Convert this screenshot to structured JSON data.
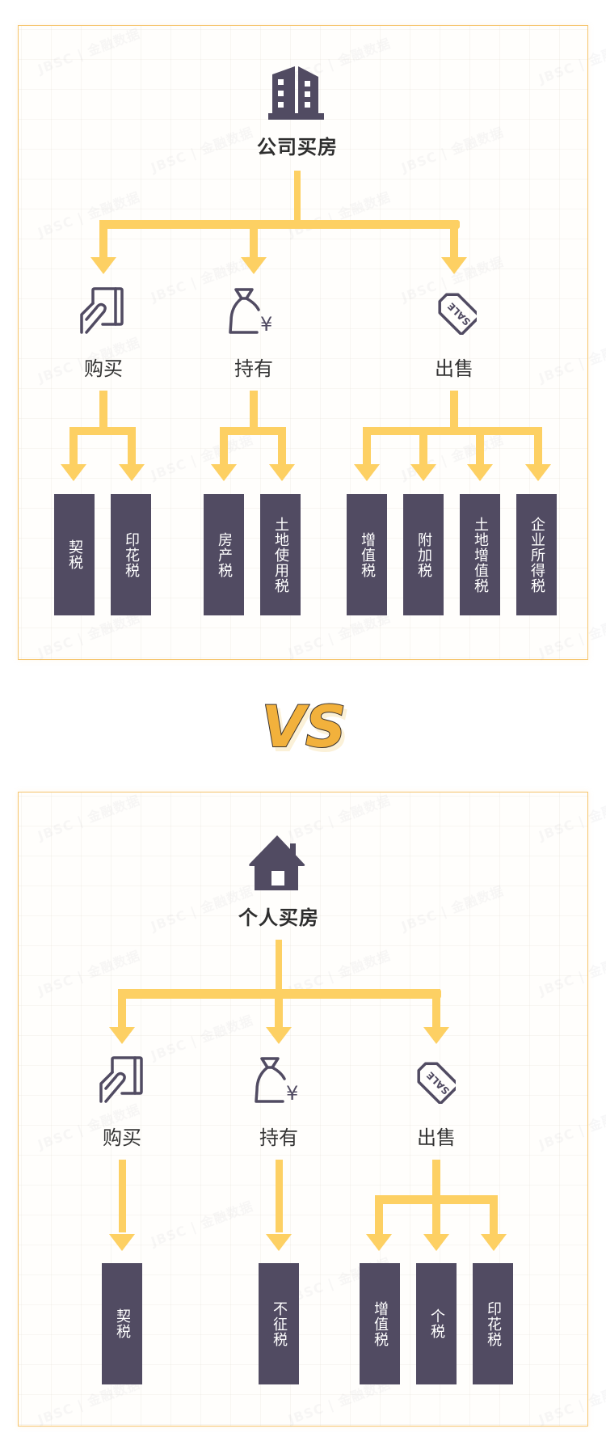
{
  "colors": {
    "accent_yellow": "#fdd063",
    "box_fill": "#514b62",
    "icon_fill": "#514b62",
    "frame_border": "#f6c56e",
    "vs_fill": "#f2b13c",
    "text": "#333333"
  },
  "company": {
    "title": "公司买房",
    "icon": "office-building-icon",
    "stages": [
      {
        "label": "购买",
        "icon": "hand-card-payment-icon",
        "taxes": [
          "契税",
          "印花税"
        ]
      },
      {
        "label": "持有",
        "icon": "money-bag-yuan-icon",
        "taxes": [
          "房产税",
          "土地使用税"
        ]
      },
      {
        "label": "出售",
        "icon": "sale-tag-icon",
        "taxes": [
          "增值税",
          "附加税",
          "土地增值税",
          "企业所得税"
        ]
      }
    ]
  },
  "vs_label": "VS",
  "individual": {
    "title": "个人买房",
    "icon": "house-icon",
    "stages": [
      {
        "label": "购买",
        "icon": "hand-card-payment-icon",
        "taxes": [
          "契税"
        ]
      },
      {
        "label": "持有",
        "icon": "money-bag-yuan-icon",
        "taxes": [
          "不征税"
        ]
      },
      {
        "label": "出售",
        "icon": "sale-tag-icon",
        "taxes": [
          "增值税",
          "个税",
          "印花税"
        ]
      }
    ]
  },
  "sale_tag_text": "SALE",
  "yuan_symbol": "¥",
  "watermark": "JBSC | 金融数据"
}
